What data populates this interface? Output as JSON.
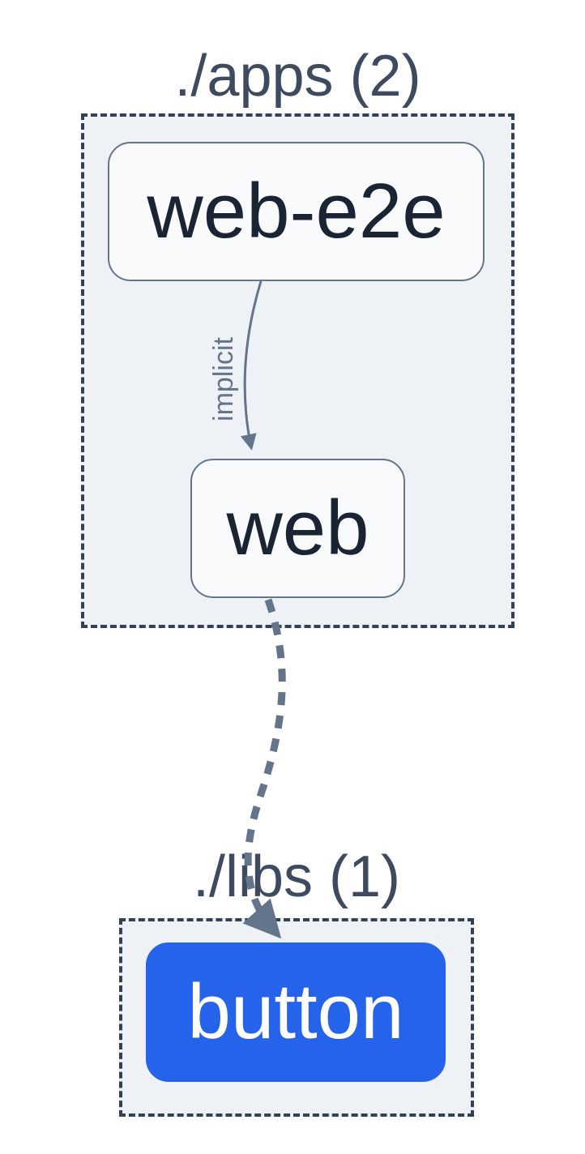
{
  "diagram": {
    "clusters": {
      "apps": {
        "label": "./apps (2)"
      },
      "libs": {
        "label": "./libs (1)"
      }
    },
    "nodes": {
      "web_e2e": {
        "label": "web-e2e"
      },
      "web": {
        "label": "web"
      },
      "button": {
        "label": "button"
      }
    },
    "edges": {
      "web_e2e_to_web": {
        "label": "implicit",
        "style": "solid"
      },
      "web_to_button": {
        "label": "",
        "style": "dashed"
      }
    },
    "colors": {
      "cluster_bg": "#eef2f6",
      "cluster_border": "#334155",
      "node_bg": "#f8fafc",
      "node_border": "#64748b",
      "node_text": "#1a2433",
      "focused_node_bg": "#2563eb",
      "focused_node_text": "#ffffff",
      "edge": "#64748b",
      "cluster_label_text": "#3d4a5f"
    }
  }
}
